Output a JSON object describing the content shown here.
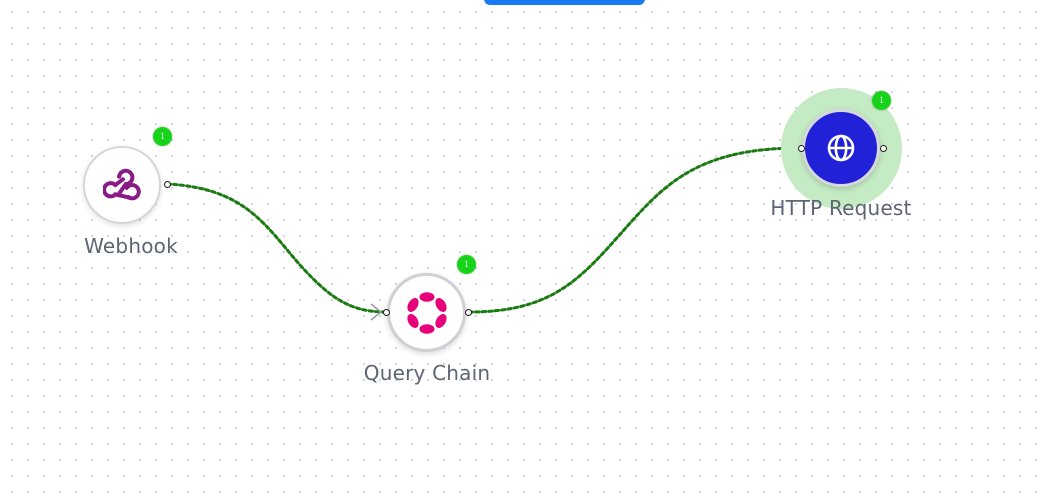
{
  "nodes": {
    "webhook": {
      "label": "Webhook",
      "badge": "1",
      "icon": "webhook-icon",
      "icon_color": "#8a1a86"
    },
    "query_chain": {
      "label": "Query Chain",
      "badge": "1",
      "icon": "query-chain-icon",
      "icon_color": "#e6007a"
    },
    "http_request": {
      "label": "HTTP Request",
      "badge": "1",
      "icon": "globe-icon",
      "icon_color": "#2121d8",
      "selected": true
    }
  },
  "colors": {
    "edge": "#1b7a12",
    "badge": "#18d418",
    "selection_halo": "#c4ebc4",
    "top_button": "#1a78f2"
  }
}
